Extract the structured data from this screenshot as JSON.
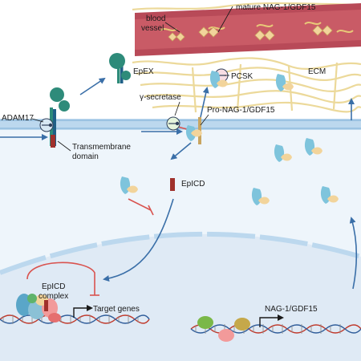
{
  "labels": {
    "blood_vessel_line1": "blood",
    "blood_vessel_line2": "vessel",
    "mature_gdf15": "mature NAG-1/GDF15",
    "epex": "EpEX",
    "pcsk": "PCSK",
    "ecm": "ECM",
    "adam17": "ADAM17",
    "gamma_secretase": "γ-secretase",
    "pro_gdf15": "Pro-NAG-1/GDF15",
    "transmembrane_line1": "Transmembrane",
    "transmembrane_line2": "domain",
    "epicd": "EpICD",
    "epicd_complex_line1": "EpICD",
    "epicd_complex_line2": "complex",
    "target_genes": "Target genes",
    "nag1_gene": "NAG-1/GDF15"
  },
  "colors": {
    "membrane": "#bcd8ee",
    "cytoplasm": "#eef5fb",
    "nucleus": "#dfeaf5",
    "arrow": "#3a6fa8",
    "inhibit": "#d9534f",
    "vessel": "#b84a58",
    "ecm_fiber": "#ecd99a",
    "epcam": "#2e8b7a",
    "ligand_blue": "#7ec4dc",
    "ligand_tan": "#f2d49b",
    "epicd_red": "#a0312c"
  }
}
